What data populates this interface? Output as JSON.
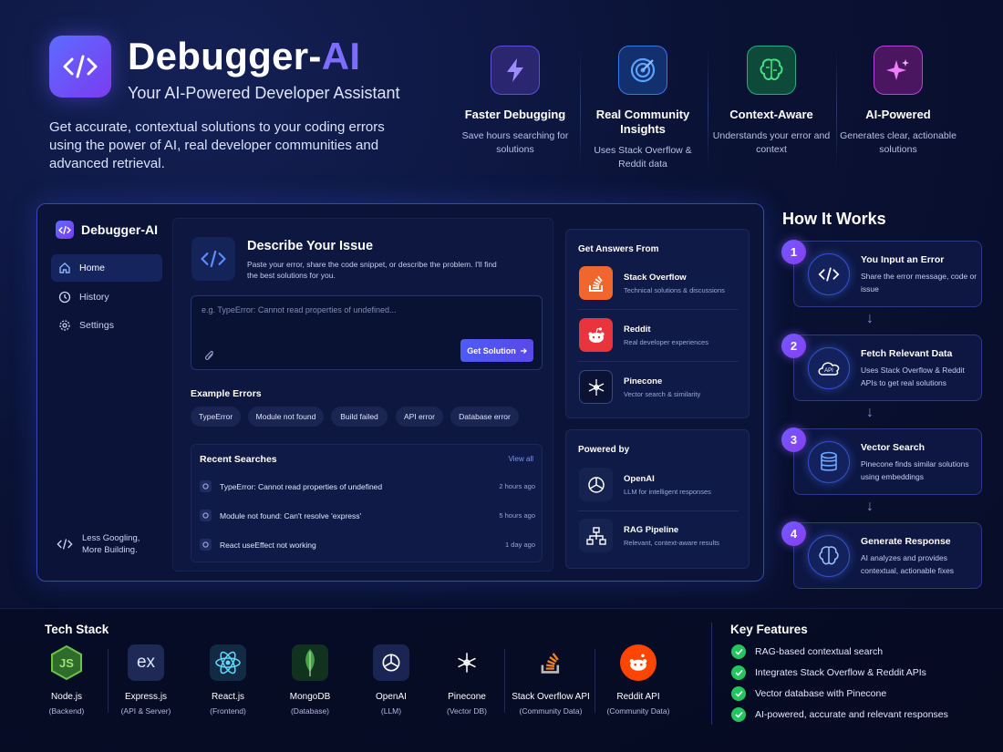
{
  "hero": {
    "brand_main": "Debugger-",
    "brand_accent": "AI",
    "tagline": "Your AI-Powered Developer Assistant",
    "description": "Get accurate, contextual solutions to your coding errors using the power of AI, real developer communities and advanced retrieval."
  },
  "features": [
    {
      "icon": "lightning-icon",
      "title": "Faster Debugging",
      "desc": "Save hours searching for solutions",
      "color": "#7b5cff"
    },
    {
      "icon": "target-icon",
      "title": "Real Community Insights",
      "desc": "Uses Stack Overflow & Reddit data",
      "color": "#3b82f6"
    },
    {
      "icon": "brain-icon",
      "title": "Context-Aware",
      "desc": "Understands your error and context",
      "color": "#22c55e"
    },
    {
      "icon": "sparkle-icon",
      "title": "AI-Powered",
      "desc": "Generates clear, actionable solutions",
      "color": "#d946ef"
    }
  ],
  "sidebar": {
    "brand": "Debugger-AI",
    "items": [
      {
        "label": "Home",
        "icon": "home-icon",
        "active": true
      },
      {
        "label": "History",
        "icon": "clock-icon",
        "active": false
      },
      {
        "label": "Settings",
        "icon": "gear-icon",
        "active": false
      }
    ],
    "footer_line1": "Less Googling,",
    "footer_line2": "More Building."
  },
  "main": {
    "title": "Describe Your Issue",
    "subtitle": "Paste your error, share the code snippet, or describe the problem. I'll find the best solutions for you.",
    "input_placeholder": "e.g. TypeError: Cannot read properties of undefined...",
    "submit_label": "Get Solution",
    "examples_title": "Example Errors",
    "examples": [
      "TypeError",
      "Module not found",
      "Build failed",
      "API error",
      "Database error"
    ],
    "recent_title": "Recent Searches",
    "view_all": "View all",
    "recent": [
      {
        "text": "TypeError: Cannot read properties of undefined",
        "time": "2 hours ago"
      },
      {
        "text": "Module not found: Can't resolve 'express'",
        "time": "5 hours ago"
      },
      {
        "text": "React useEffect not working",
        "time": "1 day ago"
      }
    ]
  },
  "answers": {
    "title": "Get Answers From",
    "sources": [
      {
        "name": "Stack Overflow",
        "desc": "Technical solutions & discussions",
        "icon": "stackoverflow-icon"
      },
      {
        "name": "Reddit",
        "desc": "Real developer experiences",
        "icon": "reddit-icon"
      },
      {
        "name": "Pinecone",
        "desc": "Vector search & similarity",
        "icon": "pinecone-icon"
      }
    ]
  },
  "powered": {
    "title": "Powered by",
    "items": [
      {
        "name": "OpenAI",
        "desc": "LLM for intelligent responses",
        "icon": "openai-icon"
      },
      {
        "name": "RAG Pipeline",
        "desc": "Relevant, context-aware results",
        "icon": "pipeline-icon"
      }
    ]
  },
  "how_it_works": {
    "title": "How It Works",
    "steps": [
      {
        "num": "1",
        "title": "You Input an Error",
        "desc": "Share the error message, code or issue",
        "icon": "code-icon"
      },
      {
        "num": "2",
        "title": "Fetch Relevant Data",
        "desc": "Uses Stack Overflow & Reddit APIs to get real solutions",
        "icon": "cloud-api-icon",
        "icon_text": "API"
      },
      {
        "num": "3",
        "title": "Vector Search",
        "desc": "Pinecone finds similar solutions using embeddings",
        "icon": "database-icon"
      },
      {
        "num": "4",
        "title": "Generate Response",
        "desc": "AI analyzes and provides contextual, actionable fixes",
        "icon": "brain-icon"
      }
    ]
  },
  "tech_stack": {
    "title": "Tech Stack",
    "items": [
      {
        "name": "Node.js",
        "role": "(Backend)",
        "icon": "nodejs-icon",
        "glyph": "JS"
      },
      {
        "name": "Express.js",
        "role": "(API & Server)",
        "icon": "express-icon",
        "glyph": "ex"
      },
      {
        "name": "React.js",
        "role": "(Frontend)",
        "icon": "react-icon"
      },
      {
        "name": "MongoDB",
        "role": "(Database)",
        "icon": "mongodb-icon"
      },
      {
        "name": "OpenAI",
        "role": "(LLM)",
        "icon": "openai-icon"
      },
      {
        "name": "Pinecone",
        "role": "(Vector DB)",
        "icon": "pinecone-icon"
      },
      {
        "name": "Stack Overflow API",
        "role": "(Community Data)",
        "icon": "stackoverflow-icon"
      },
      {
        "name": "Reddit API",
        "role": "(Community Data)",
        "icon": "reddit-icon"
      }
    ]
  },
  "key_features": {
    "title": "Key Features",
    "items": [
      "RAG-based contextual search",
      "Integrates Stack Overflow & Reddit APIs",
      "Vector database with Pinecone",
      "AI-powered, accurate and relevant responses"
    ]
  }
}
